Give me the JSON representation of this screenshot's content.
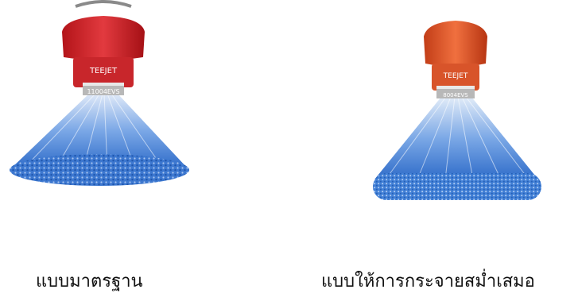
{
  "figures": [
    {
      "nozzle_brand": "TEEJET",
      "nozzle_model": "11004EVS",
      "nozzle_color": "#d8262d",
      "spray_color": "#4a86d9",
      "caption": "แบบมาตรฐาน"
    },
    {
      "nozzle_brand": "TEEJET",
      "nozzle_model": "8004EVS",
      "nozzle_color": "#e2552a",
      "spray_color": "#4a86d9",
      "caption": "แบบให้การกระจายสม่ำเสมอ"
    }
  ]
}
